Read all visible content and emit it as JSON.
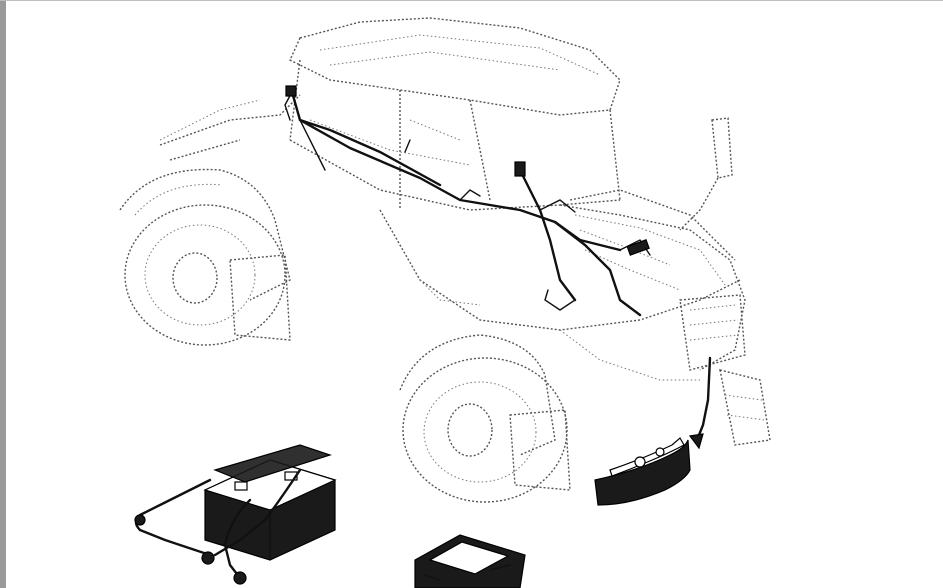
{
  "figure": {
    "subject": "tractor-wiring-harness-exploded-view",
    "colors": {
      "background": "#ffffff",
      "line_art": "#111111",
      "ghost_outline": "#555555",
      "left_border": "#9a9a9a"
    },
    "components": [
      {
        "id": "tractor-body",
        "style": "dotted outline"
      },
      {
        "id": "main-harness",
        "style": "solid black"
      },
      {
        "id": "battery",
        "style": "solid black"
      },
      {
        "id": "battery-cables",
        "style": "solid black"
      },
      {
        "id": "front-lamp-cluster",
        "style": "solid black"
      },
      {
        "id": "control-module",
        "style": "solid black"
      },
      {
        "id": "callout-arrow",
        "style": "solid black"
      }
    ]
  }
}
